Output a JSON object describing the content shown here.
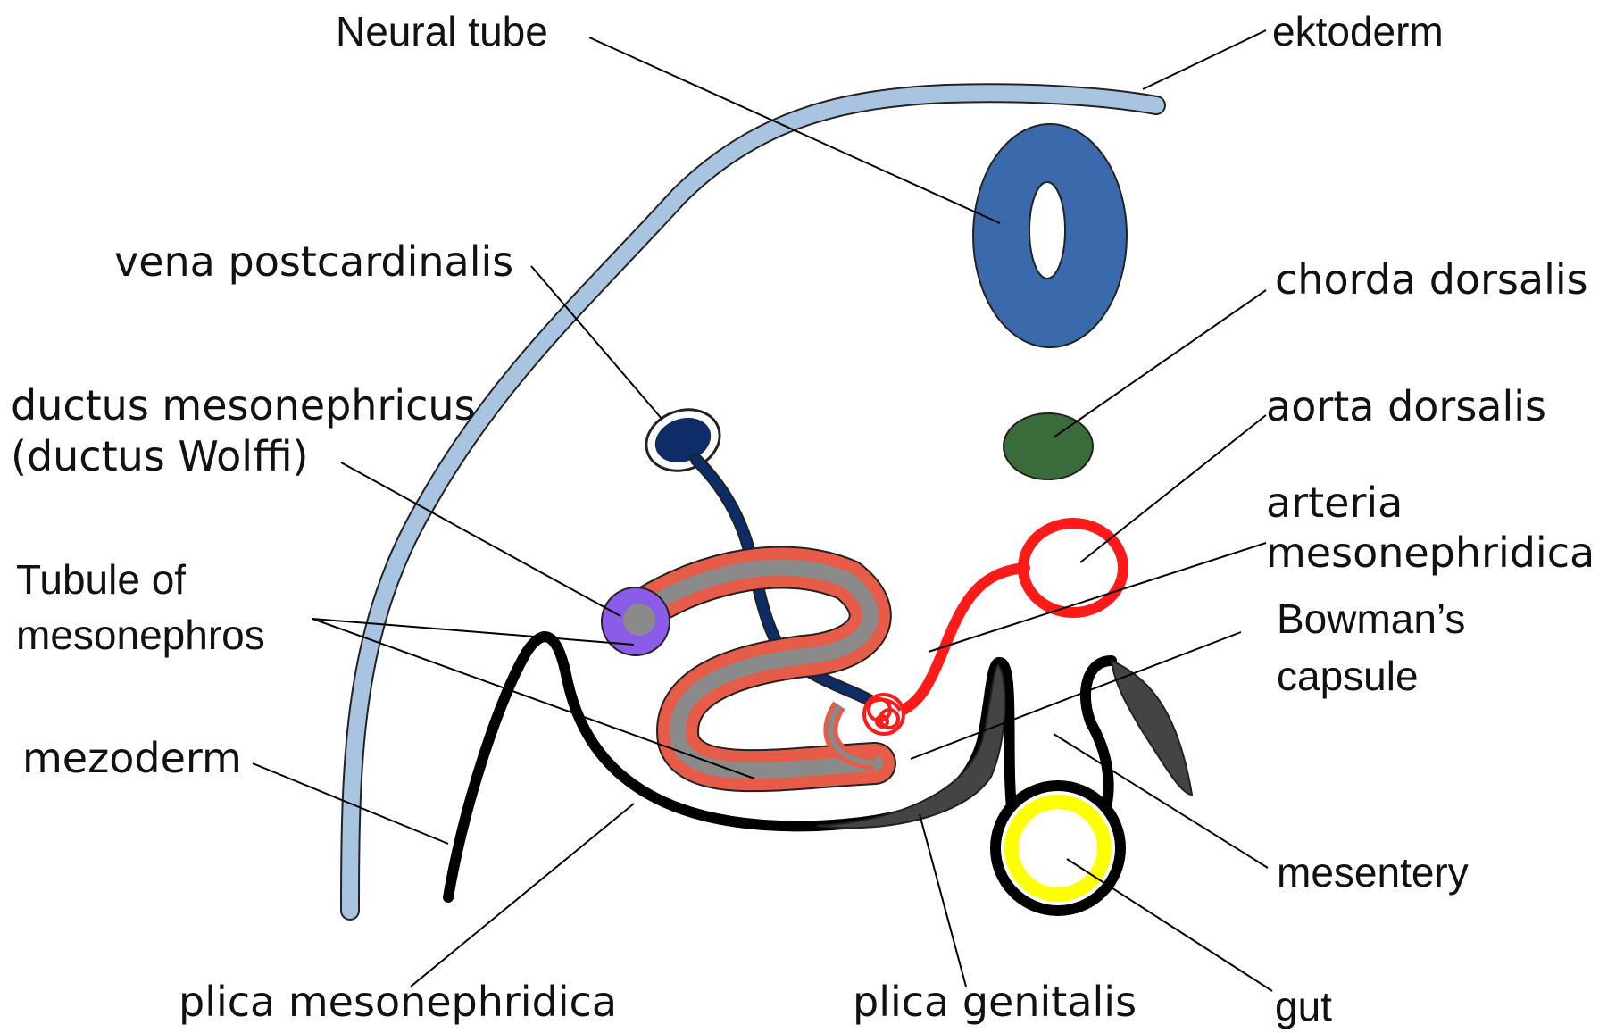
{
  "labels": {
    "neural_tube": "Neural tube",
    "ektoderm": "ektoderm",
    "vena_postcardinalis": "vena postcardinalis",
    "chorda_dorsalis": "chorda dorsalis",
    "ductus_line1": "ductus mesonephricus",
    "ductus_line2": "(ductus Wolffi)",
    "aorta_dorsalis": "aorta dorsalis",
    "arteria_line1": "arteria",
    "arteria_line2": "mesonephridica",
    "tubule_line1": "Tubule of",
    "tubule_line2": "mesonephros",
    "bowman_line1": "Bowman’s",
    "bowman_line2": "capsule",
    "mezoderm": "mezoderm",
    "mesentery": "mesentery",
    "plica_mesonephridica": "plica mesonephridica",
    "plica_genitalis": "plica genitalis",
    "gut": "gut"
  },
  "colors": {
    "ektoderm": "#a9c4e0",
    "neural_tube": "#3a6aab",
    "chorda": "#3a6b3a",
    "vein": "#0d2c68",
    "duct": "#8a5ce8",
    "tubule": "#e65c48",
    "tubule_lumen": "#8a8a8a",
    "artery": "#ff1a1a",
    "mesoderm_dark": "#444444",
    "gut": "#ffff00"
  }
}
